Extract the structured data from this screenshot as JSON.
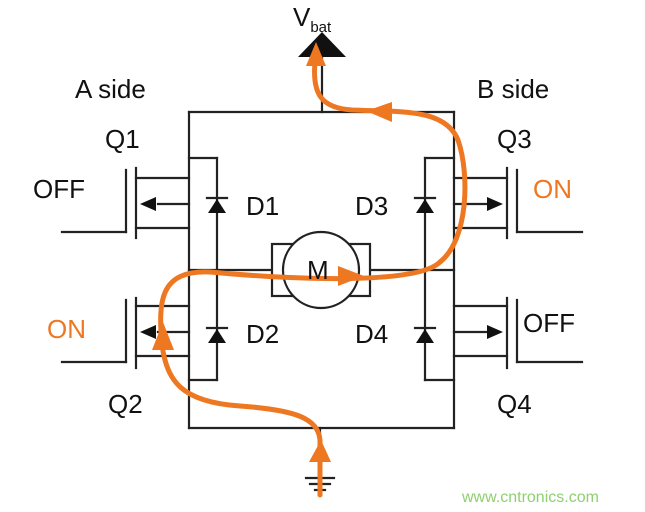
{
  "supply": {
    "main": "V",
    "sub": "bat"
  },
  "sides": {
    "a": "A side",
    "b": "B side"
  },
  "transistors": {
    "q1": {
      "name": "Q1",
      "state": "OFF"
    },
    "q2": {
      "name": "Q2",
      "state": "ON"
    },
    "q3": {
      "name": "Q3",
      "state": "ON"
    },
    "q4": {
      "name": "Q4",
      "state": "OFF"
    }
  },
  "diodes": {
    "d1": "D1",
    "d2": "D2",
    "d3": "D3",
    "d4": "D4"
  },
  "motor": "M",
  "watermark": "www.cntronics.com",
  "colors": {
    "wire": "#222222",
    "current_flow": "#ee7722",
    "on_label": "#ee7722",
    "off_label": "#111111",
    "watermark": "#8fd06f"
  }
}
